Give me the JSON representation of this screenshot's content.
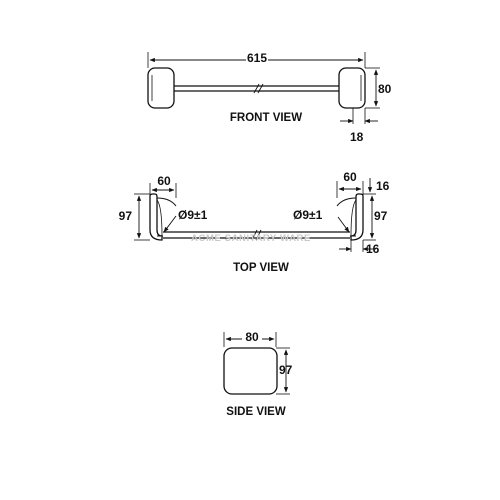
{
  "views": {
    "front": {
      "title": "FRONT VIEW",
      "overall_length": "615",
      "height": "80",
      "depth": "18"
    },
    "top": {
      "title": "TOP VIEW",
      "left_width": "60",
      "right_width": "60",
      "left_depth": "97",
      "right_depth": "97",
      "rod_diameter_left": "Ø9±1",
      "rod_diameter_right": "Ø9±1",
      "top_offset": "16",
      "bottom_offset": "16"
    },
    "side": {
      "title": "SIDE VIEW",
      "width": "80",
      "height": "97"
    }
  },
  "watermark": "ACME SANITARY WARE",
  "colors": {
    "line": "#111111",
    "watermark": "#c9c9c9",
    "background": "#ffffff"
  }
}
